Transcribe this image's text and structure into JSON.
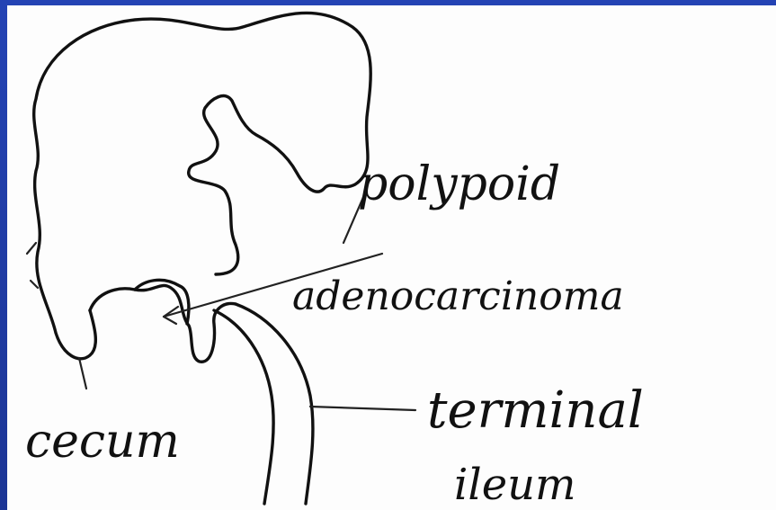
{
  "labels": {
    "polypoid": "polypoid",
    "adenocarcinoma": "adenocarcinoma",
    "terminal": "terminal",
    "ileum": "ileum",
    "cecum": "cecum"
  },
  "colors": {
    "slide_background": "#2443b4",
    "paper": "#fdfdfd",
    "ink": "#111111"
  }
}
